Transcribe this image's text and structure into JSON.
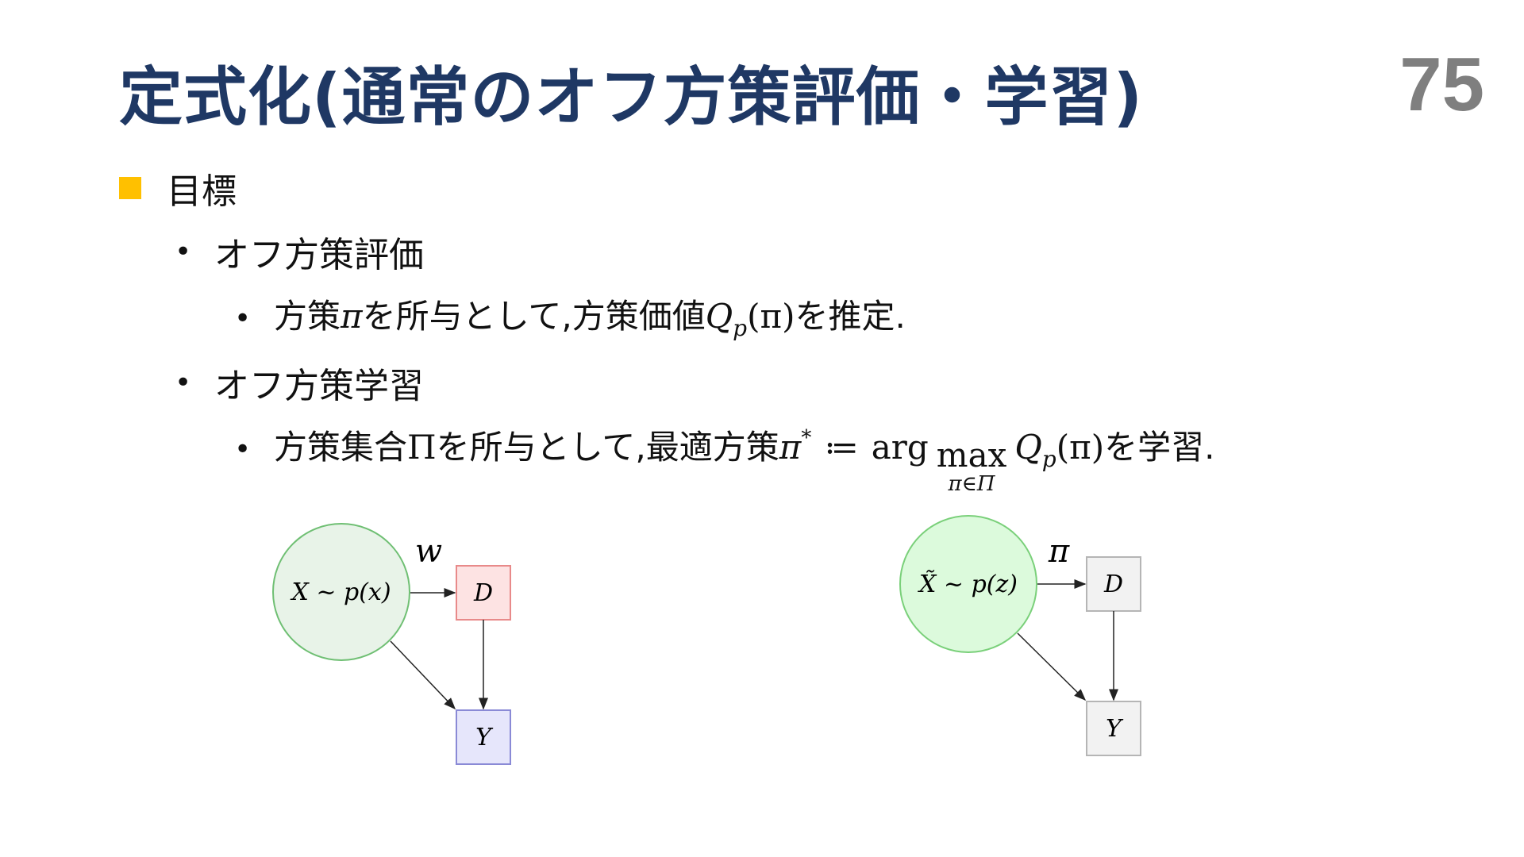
{
  "slide": {
    "title": "定式化(通常のオフ方策評価・学習)",
    "page_number": "75"
  },
  "content": {
    "goal_label": "目標",
    "ope": {
      "heading": "オフ方策評価",
      "prefix": "方策",
      "pi": "π",
      "middle": "を所与として,方策価値",
      "Q": "Q",
      "p": "p",
      "arg": "(π)",
      "suffix": "を推定."
    },
    "opl": {
      "heading": "オフ方策学習",
      "prefix": "方策集合",
      "Pi": "Π",
      "middle": "を所与として,最適方策",
      "pi": "π",
      "star": "*",
      "assign": "≔",
      "argword": "arg",
      "maxword": "max",
      "under": "π∈Π",
      "Q": "Q",
      "p": "p",
      "arg": "(π)",
      "suffix": "を学習."
    }
  },
  "diagrams": {
    "left": {
      "edge_label": "w",
      "context_node": "X  ~  p(x)",
      "action_node": "D",
      "outcome_node": "Y",
      "colors": {
        "context_fill": "#e8f3e8",
        "context_stroke": "#6fbf73",
        "action_fill": "#fde3e3",
        "action_stroke": "#e88a8a",
        "outcome_fill": "#e6e6fb",
        "outcome_stroke": "#8a8ad6"
      }
    },
    "right": {
      "edge_label": "π",
      "context_node": "X̃ ~ p(z)",
      "action_node": "D",
      "outcome_node": "Y",
      "colors": {
        "context_fill": "#dcfadc",
        "context_stroke": "#7ad07a",
        "box_fill": "#f2f2f2",
        "box_stroke": "#b5b5b5"
      }
    }
  },
  "colors": {
    "title": "#1f3864",
    "page_number": "#7f7f7f",
    "bullet_square": "#ffc000"
  }
}
